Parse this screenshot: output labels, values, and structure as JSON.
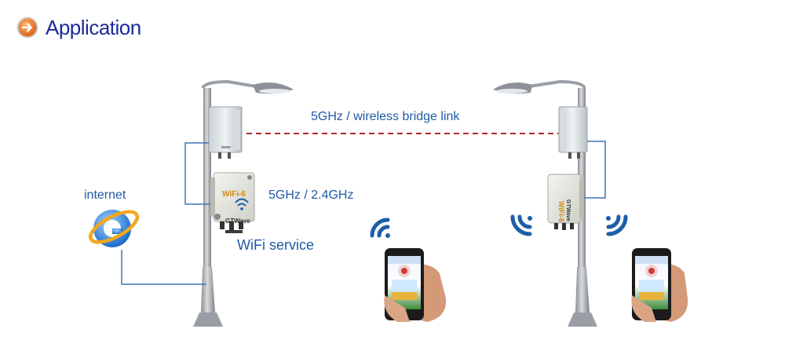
{
  "page": {
    "title": "Application"
  },
  "diagram": {
    "bridge_label": "5GHz / wireless bridge link",
    "internet_label": "internet",
    "band_label": "5GHz / 2.4GHz",
    "service_label": "WiFi service",
    "device_badge": "WiFi-6",
    "device_brand": "GTWave"
  },
  "icons": [
    "arrow-icon",
    "internet-explorer-icon",
    "wifi-signal-icon",
    "smartphone-icon",
    "street-light-pole-icon",
    "outdoor-access-point-icon",
    "bridge-antenna-icon"
  ],
  "colors": {
    "title": "#1a2b9c",
    "label": "#1f5aa5",
    "bridge_link": "#b3272b",
    "wifi_signal": "#1c5fa8",
    "cable": "#3f74b5"
  }
}
